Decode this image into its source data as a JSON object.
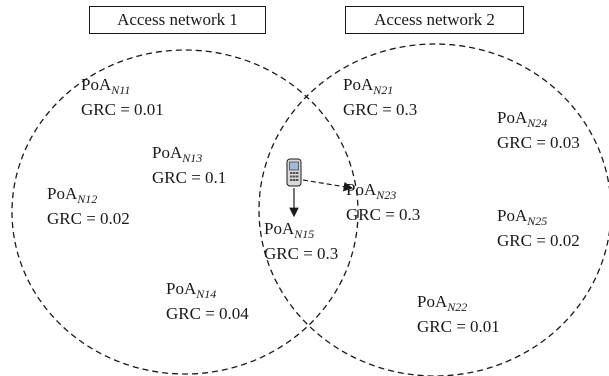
{
  "networks": [
    {
      "label": "Access network 1"
    },
    {
      "label": "Access network 2"
    }
  ],
  "poas": [
    {
      "id": "n11",
      "name": "PoA",
      "sub": "N11",
      "grc": "GRC = 0.01"
    },
    {
      "id": "n12",
      "name": "PoA",
      "sub": "N12",
      "grc": "GRC = 0.02"
    },
    {
      "id": "n13",
      "name": "PoA",
      "sub": "N13",
      "grc": "GRC = 0.1"
    },
    {
      "id": "n14",
      "name": "PoA",
      "sub": "N14",
      "grc": "GRC = 0.04"
    },
    {
      "id": "n15",
      "name": "PoA",
      "sub": "N15",
      "grc": "GRC = 0.3"
    },
    {
      "id": "n21",
      "name": "PoA",
      "sub": "N21",
      "grc": "GRC = 0.3"
    },
    {
      "id": "n22",
      "name": "PoA",
      "sub": "N22",
      "grc": "GRC = 0.01"
    },
    {
      "id": "n23",
      "name": "PoA",
      "sub": "N23",
      "grc": "GRC = 0.3"
    },
    {
      "id": "n24",
      "name": "PoA",
      "sub": "N24",
      "grc": "GRC = 0.03"
    },
    {
      "id": "n25",
      "name": "PoA",
      "sub": "N25",
      "grc": "GRC = 0.02"
    }
  ],
  "device": {
    "icon": "mobile-phone-icon"
  }
}
